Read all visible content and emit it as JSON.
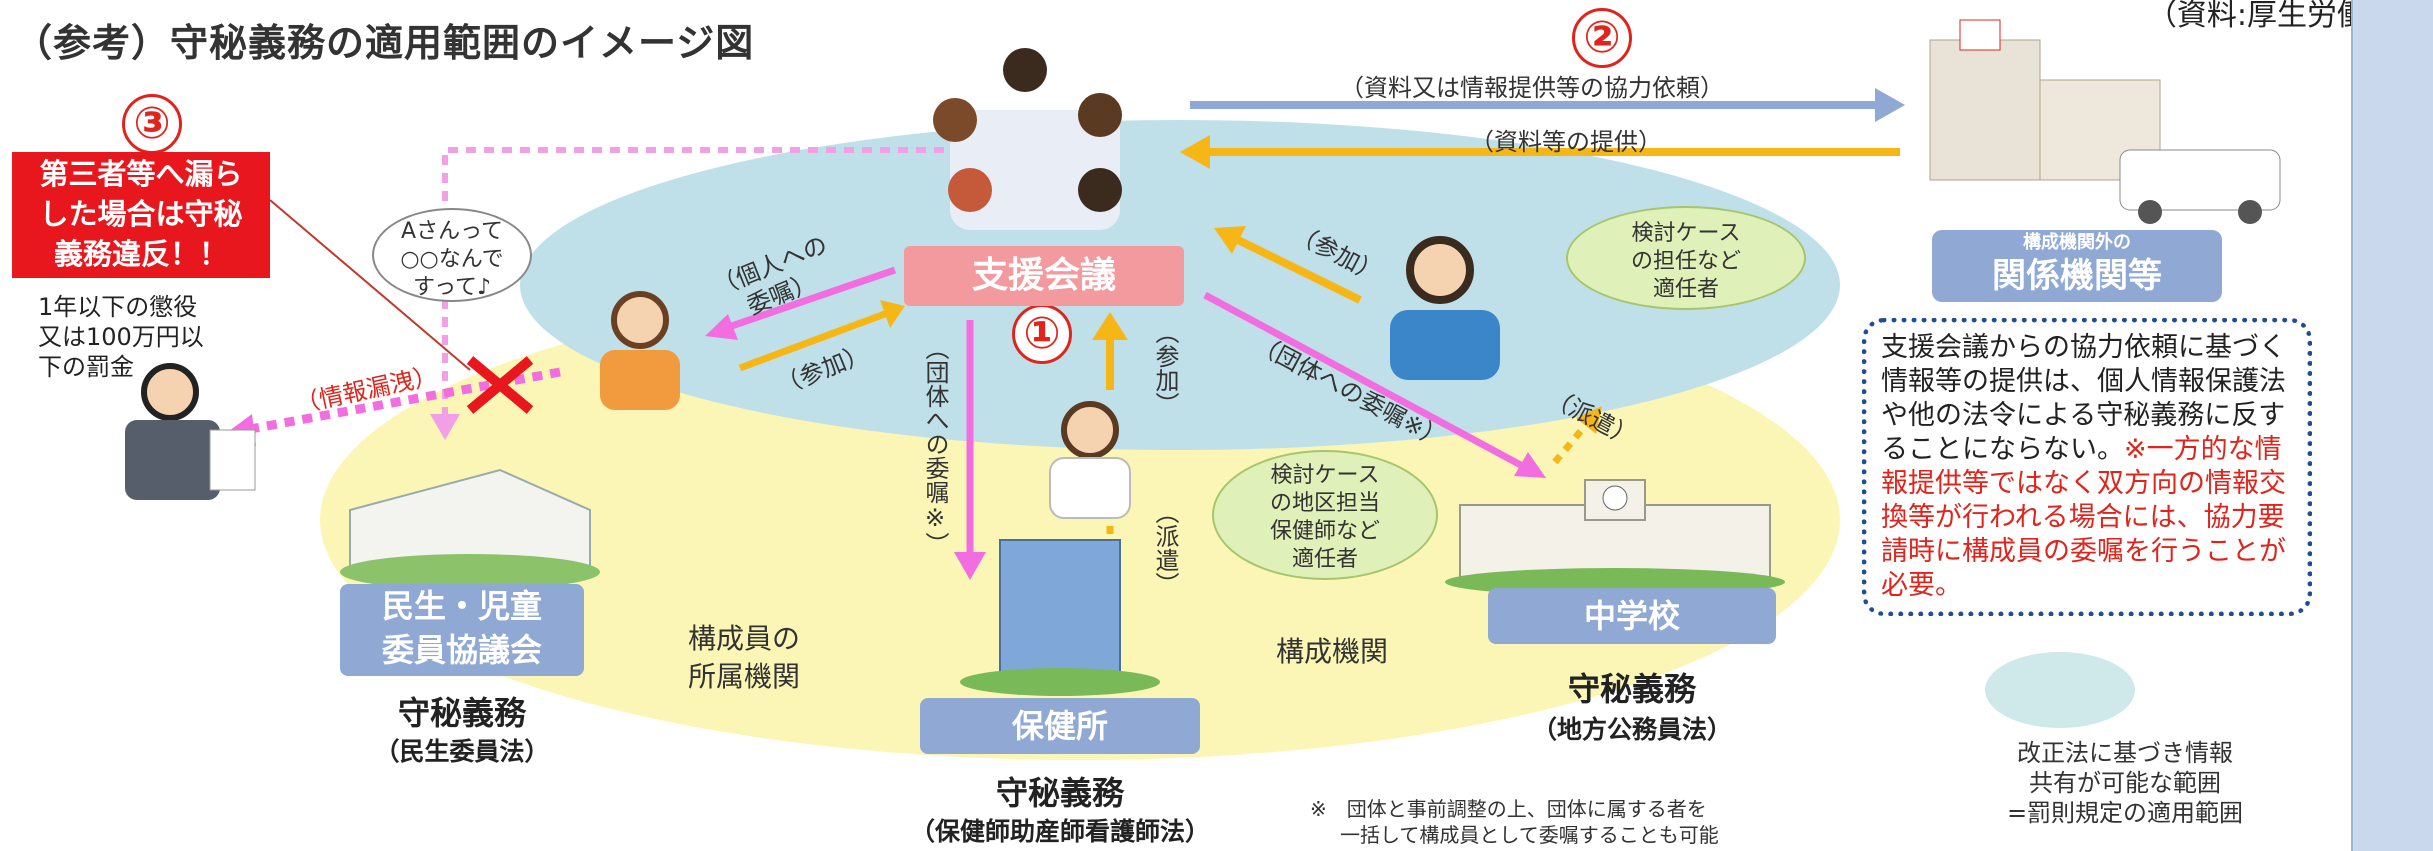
{
  "title": "（参考）守秘義務の適用範囲のイメージ図",
  "source": "（資料:厚生労働省）",
  "markers": {
    "one": "①",
    "two": "②",
    "three": "③"
  },
  "warning": {
    "line1": "第三者等へ漏ら",
    "line2": "した場合は守秘",
    "line3": "義務違反！！"
  },
  "penalty": {
    "line1": "1年以下の懲役",
    "line2": "又は100万円以",
    "line3": "下の罰金"
  },
  "center": {
    "meeting": "支援会議"
  },
  "arrows": {
    "request": "（資料又は情報提供等の協力依頼）",
    "provide": "（資料等の提供）",
    "individual_commission": "（個人への委嘱）",
    "join_left": "（参加）",
    "group_commission_vertical": "（団体への委嘱※）",
    "join_vertical": "（参加）",
    "dispatch_vertical": "（派遣）",
    "join_right": "（参加）",
    "group_commission_right": "（団体への委嘱※）",
    "dispatch_right": "（派遣）",
    "leak": "（情報漏洩）"
  },
  "bubbles": {
    "gossip": {
      "line1": "Aさんって",
      "line2": "○○なんで",
      "line3": "すって♪"
    },
    "case_manager": {
      "line1": "検討ケース",
      "line2": "の担任など",
      "line3": "適任者"
    },
    "health_nurse": {
      "line1": "検討ケース",
      "line2": "の地区担当",
      "line3": "保健師など",
      "line4": "適任者"
    }
  },
  "external": {
    "small": "構成機関外の",
    "big": "関係機関等"
  },
  "orgs": {
    "welfare": {
      "line1": "民生・児童",
      "line2": "委員協議会",
      "duty": "守秘義務",
      "law": "（民生委員法）"
    },
    "health_center": {
      "name": "保健所",
      "duty": "守秘義務",
      "law": "（保健師助産師看護師法）"
    },
    "school": {
      "name": "中学校",
      "duty": "守秘義務",
      "law": "（地方公務員法）"
    }
  },
  "region_labels": {
    "member_affil_1": "構成員の",
    "member_affil_2": "所属機関",
    "member_org": "構成機関"
  },
  "info": {
    "p1": "支援会議からの協力依頼に基づく情報等の提供は、個人情報保護法や他の法令による守秘義務に反することにならない。",
    "p2": "※一方的な情報提供等ではなく双方向の情報交換等が行われる場合には、協力要請時に構成員の委嘱を行うことが必要。"
  },
  "legend": {
    "line1": "改正法に基づき情報",
    "line2": "共有が可能な範囲",
    "line3": "=罰則規定の適用範囲"
  },
  "footnote": {
    "line1": "※　団体と事前調整の上、団体に属する者を",
    "line2": "一括して構成員として委嘱することも可能"
  }
}
